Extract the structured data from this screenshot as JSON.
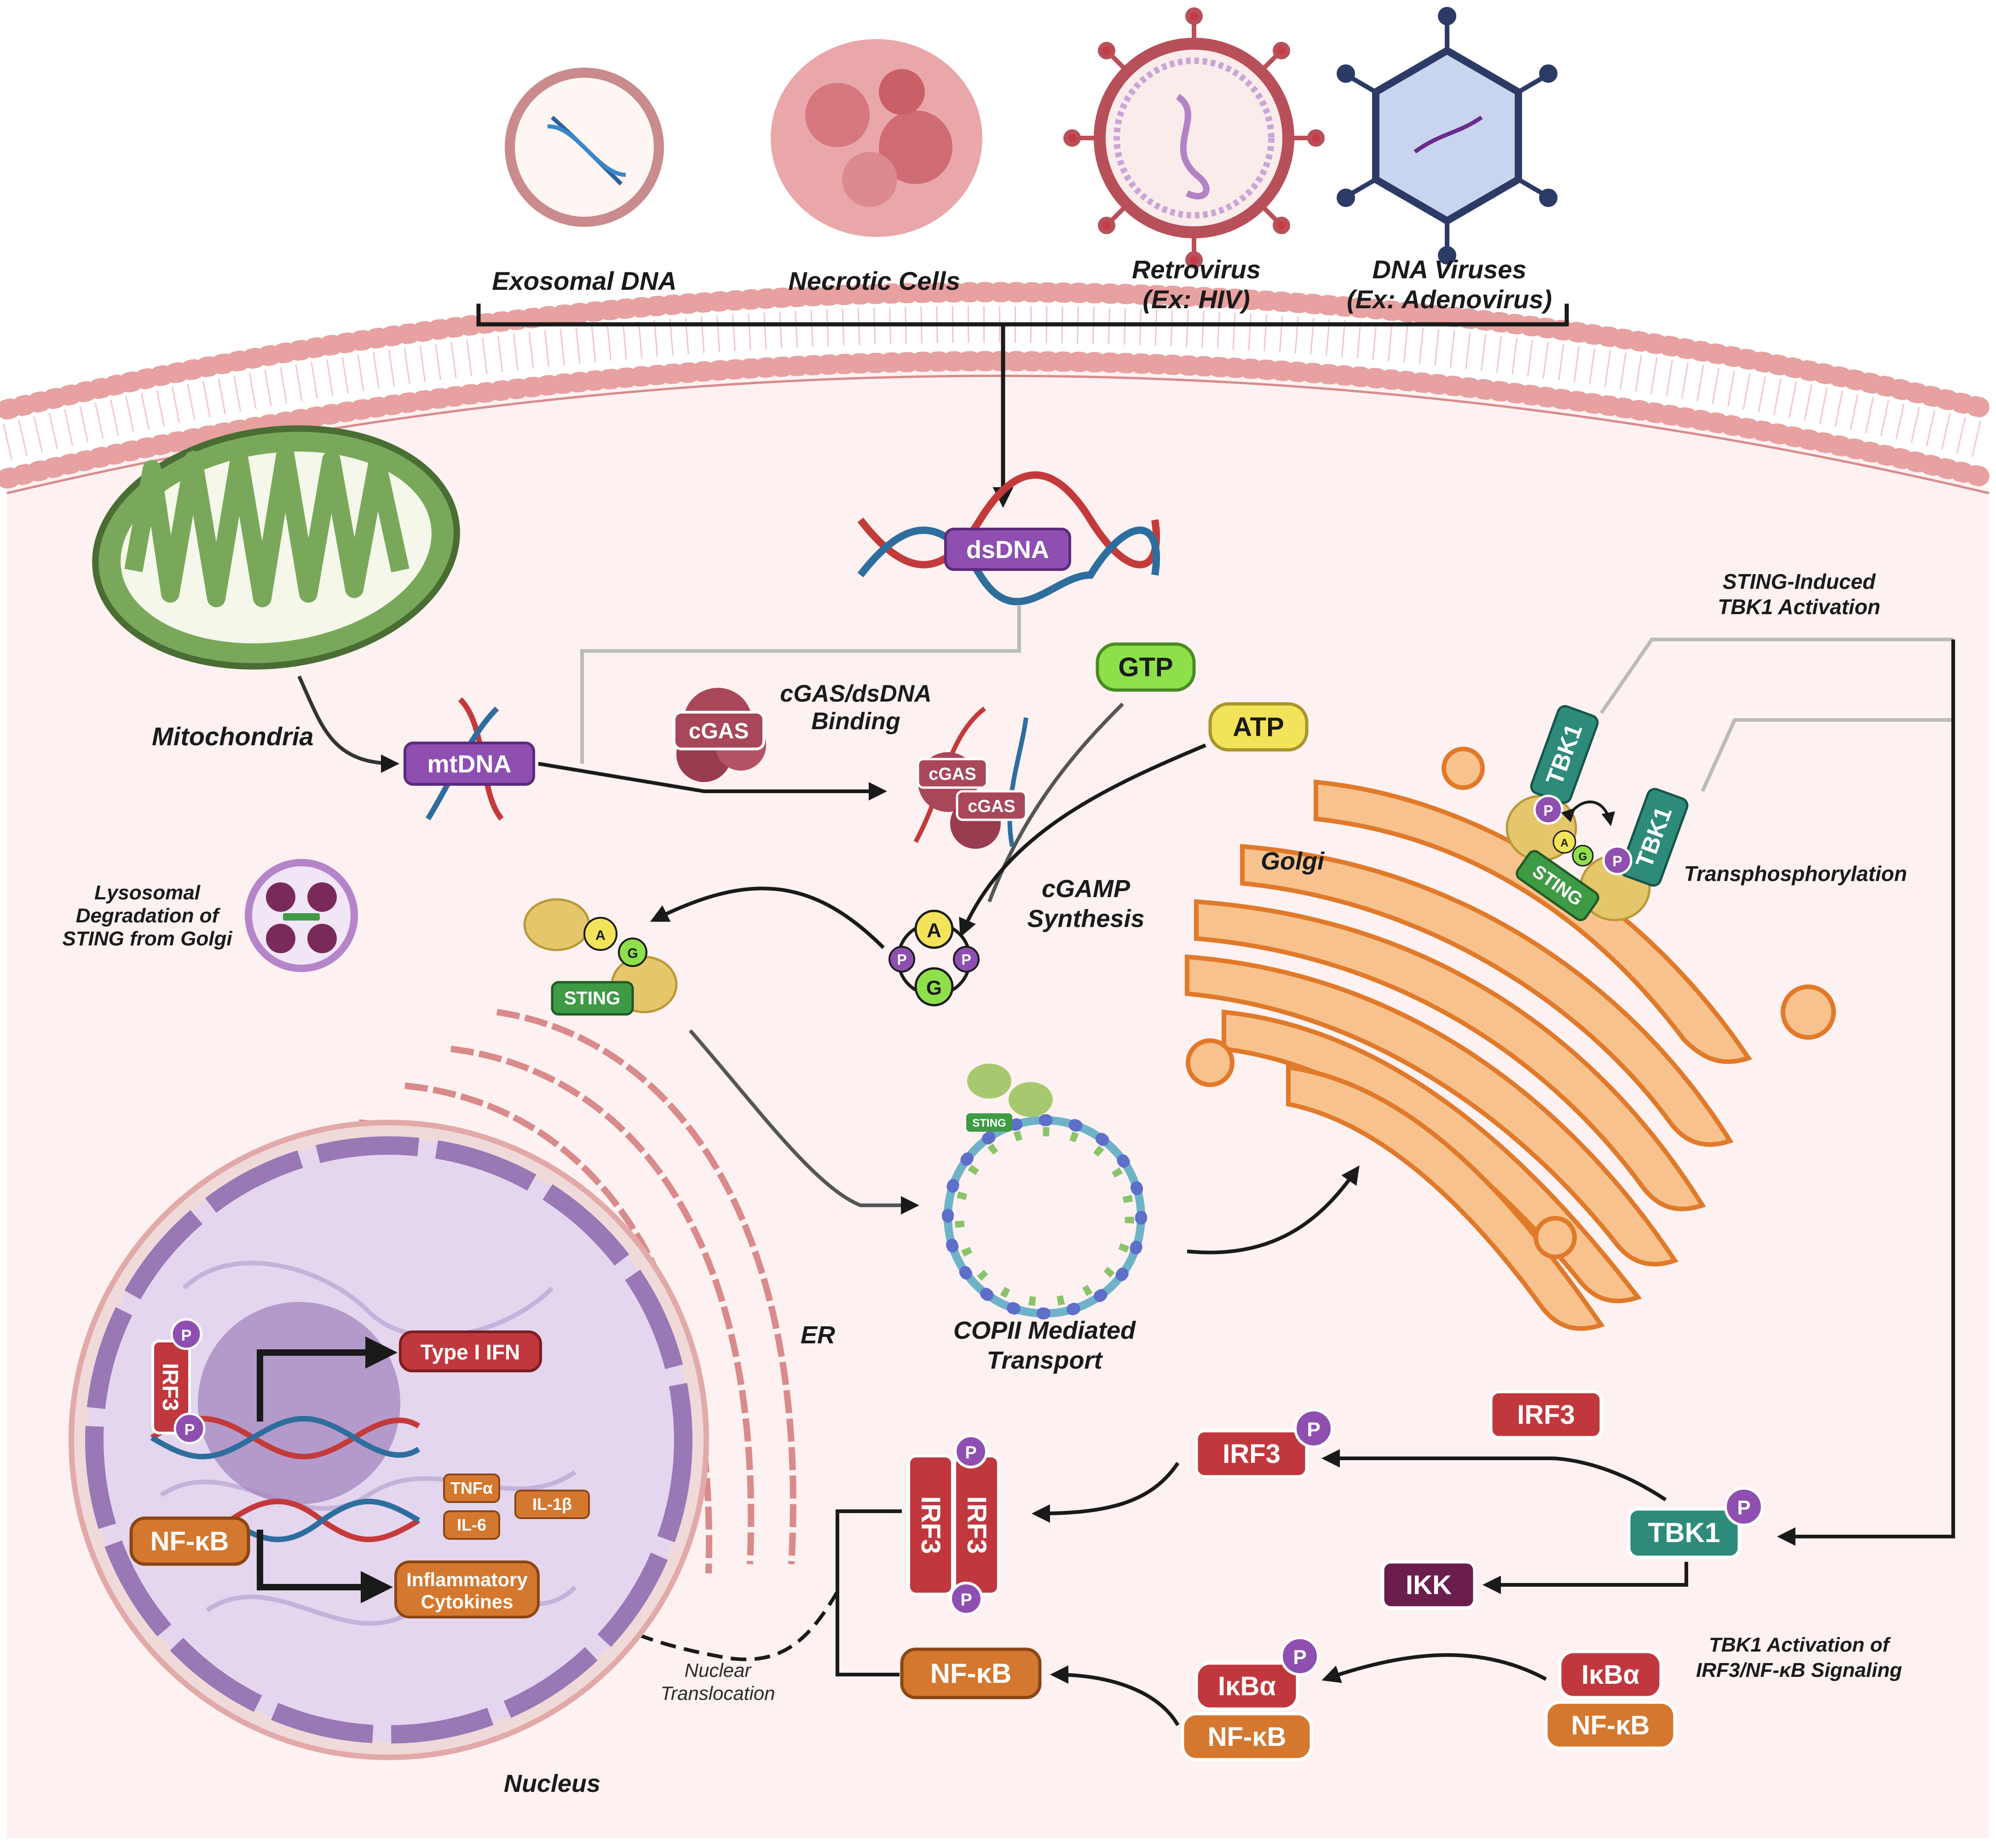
{
  "sources": {
    "exosomal": "Exosomal DNA",
    "necrotic": "Necrotic Cells",
    "retro_1": "Retrovirus",
    "retro_2": "(Ex: HIV)",
    "dnavirus_1": "DNA Viruses",
    "dnavirus_2": "(Ex: Adenovirus)"
  },
  "labels": {
    "mitochondria": "Mitochondria",
    "cgas_binding_1": "cGAS/dsDNA",
    "cgas_binding_2": "Binding",
    "cgamp_1": "cGAMP",
    "cgamp_2": "Synthesis",
    "lyso_1": "Lysosomal",
    "lyso_2": "Degradation of",
    "lyso_3": "STING from Golgi",
    "golgi": "Golgi",
    "er": "ER",
    "copii_1": "COPII Mediated",
    "copii_2": "Transport",
    "tbk1_act_1": "STING-Induced",
    "tbk1_act_2": "TBK1 Activation",
    "transphos": "Transphosphorylation",
    "tbk1_sig_1": "TBK1 Activation of",
    "tbk1_sig_2": "IRF3/NF-κB Signaling",
    "nuc_trans_1": "Nuclear",
    "nuc_trans_2": "Translocation",
    "nucleus": "Nucleus"
  },
  "molecules": {
    "dsdna": "dsDNA",
    "mtdna": "mtDNA",
    "cgas": "cGAS",
    "gtp": "GTP",
    "atp": "ATP",
    "sting": "STING",
    "tbk1": "TBK1",
    "irf3": "IRF3",
    "ikk": "IKK",
    "ikba": "IκBα",
    "nfkb": "NF-κB",
    "p": "P",
    "a": "A",
    "g": "G",
    "type1_ifn": "Type I IFN",
    "tnfa": "TNFα",
    "il1b": "IL-1β",
    "il6": "IL-6",
    "inflam_1": "Inflammatory",
    "inflam_2": "Cytokines"
  },
  "colors": {
    "purple": "#8e4fb0",
    "cgas": "#a8475a",
    "gtp": "#8ee04a",
    "atp": "#f3e35a",
    "sting": "#3e9a45",
    "tbk1": "#2e8b7a",
    "irf3": "#c0383e",
    "ikk": "#6b1e4d",
    "nfkb": "#d4782f",
    "golgi": "#f2a25d",
    "er": "#d98a8a",
    "mito": "#79a85a",
    "cytoplasm": "#fdf1f1",
    "nucleus": "#c7b5d9"
  }
}
